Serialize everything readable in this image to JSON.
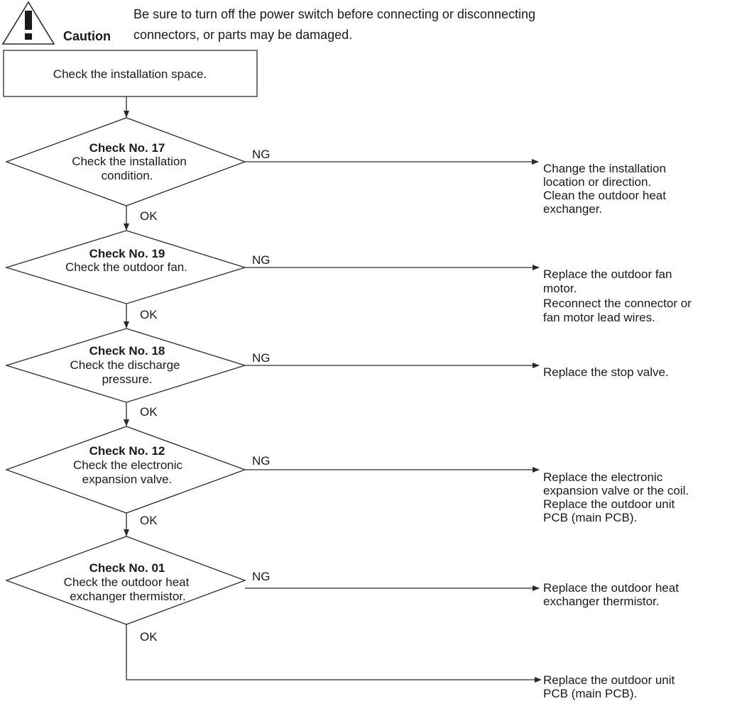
{
  "caution": {
    "label": "Caution",
    "text_lines": [
      "Be sure to turn off the power switch before connecting or disconnecting",
      "connectors, or parts may be damaged."
    ]
  },
  "start": {
    "label": "Check the installation space."
  },
  "checks": [
    {
      "id": "check-17",
      "title": "Check No. 17",
      "lines": [
        "Check the installation",
        "condition."
      ],
      "ok_label": "OK",
      "ng_label": "NG",
      "result_lines": [
        "Change the installation",
        "location or direction.",
        "Clean the outdoor heat",
        "exchanger."
      ]
    },
    {
      "id": "check-19",
      "title": "Check No. 19",
      "lines": [
        "Check the outdoor fan."
      ],
      "ok_label": "OK",
      "ng_label": "NG",
      "result_lines": [
        "Replace the outdoor fan",
        "motor.",
        "Reconnect the connector or",
        "fan motor lead wires."
      ]
    },
    {
      "id": "check-18",
      "title": "Check No. 18",
      "lines": [
        "Check the discharge",
        "pressure."
      ],
      "ok_label": "OK",
      "ng_label": "NG",
      "result_lines": [
        "Replace the stop valve."
      ]
    },
    {
      "id": "check-12",
      "title": "Check No. 12",
      "lines": [
        "Check the electronic",
        "expansion valve."
      ],
      "ok_label": "OK",
      "ng_label": "NG",
      "result_lines": [
        "Replace the electronic",
        "expansion valve or the coil.",
        "Replace the outdoor unit",
        "PCB (main PCB)."
      ]
    },
    {
      "id": "check-01",
      "title": "Check No. 01",
      "lines": [
        "Check the outdoor heat",
        "exchanger thermistor."
      ],
      "ok_label": "OK",
      "ng_label": "NG",
      "result_lines": [
        "Replace the outdoor heat",
        "exchanger thermistor."
      ]
    }
  ],
  "final_result": {
    "lines": [
      "Replace the outdoor unit",
      "PCB (main PCB)."
    ]
  }
}
